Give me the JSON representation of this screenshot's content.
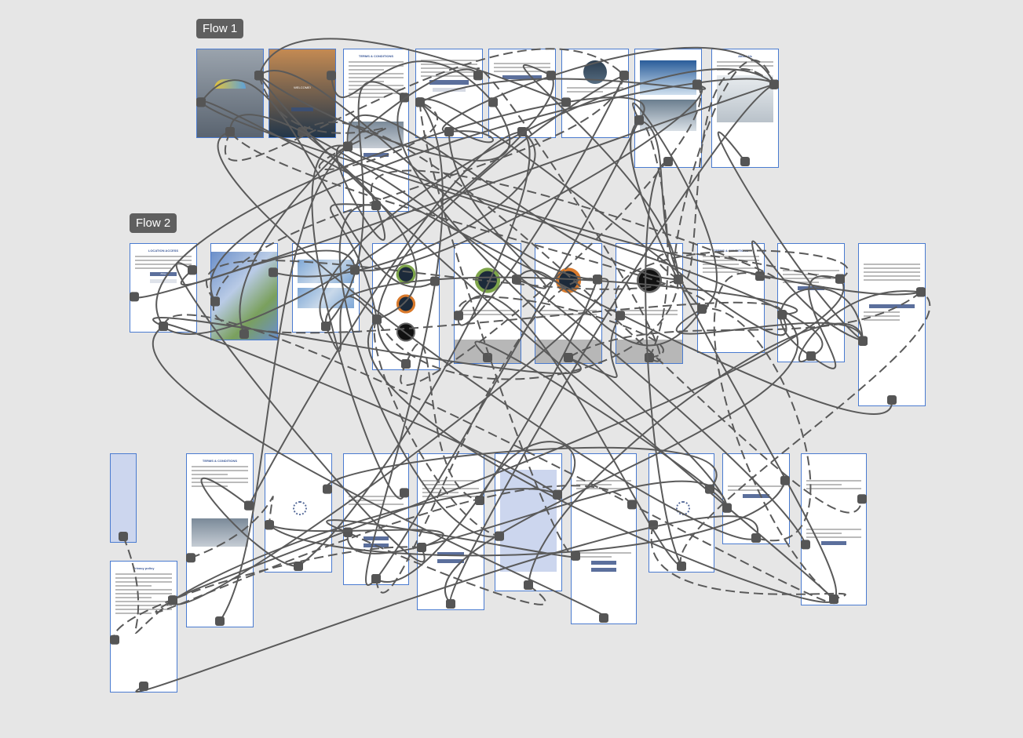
{
  "flows": [
    {
      "label": "Flow 1"
    },
    {
      "label": "Flow 2"
    }
  ],
  "artboards_row1": [
    {
      "name": "splash"
    },
    {
      "name": "welcome",
      "heading": "WELCOME!"
    },
    {
      "name": "terms",
      "heading": "TERMS & CONDITIONS"
    },
    {
      "name": "signup",
      "button": "Sign Up",
      "link": "Log In"
    },
    {
      "name": "login"
    },
    {
      "name": "home"
    },
    {
      "name": "rent"
    },
    {
      "name": "about",
      "heading": "About Us"
    }
  ],
  "artboards_row2": [
    {
      "name": "location-access",
      "heading": "LOCATION ACCESS",
      "button": "Allow"
    },
    {
      "name": "map"
    },
    {
      "name": "rentals"
    },
    {
      "name": "jetski-list"
    },
    {
      "name": "jetski-1"
    },
    {
      "name": "jetski-2"
    },
    {
      "name": "jetski-3"
    },
    {
      "name": "terms-2",
      "heading": "TERMS & CONDITIONS"
    },
    {
      "name": "booking"
    },
    {
      "name": "payment"
    }
  ],
  "artboards_row3": [
    {
      "name": "loader-1"
    },
    {
      "name": "terms-3",
      "heading": "TERMS & CONDITIONS"
    },
    {
      "name": "loading-1"
    },
    {
      "name": "summary-1"
    },
    {
      "name": "summary-2"
    },
    {
      "name": "map-2"
    },
    {
      "name": "order-1"
    },
    {
      "name": "loading-2"
    },
    {
      "name": "confirm"
    },
    {
      "name": "order-2"
    }
  ],
  "privacy": {
    "heading": "Privacy policy"
  },
  "colors": {
    "link": "#5a5a5a",
    "artboard_border": "#4a7bd0",
    "button": "#5b6f9c"
  }
}
